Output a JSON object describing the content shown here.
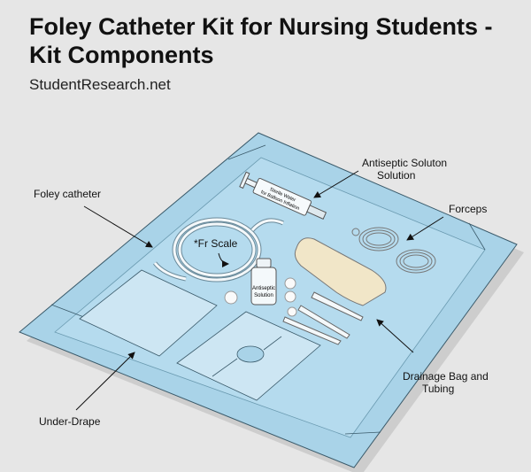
{
  "header": {
    "title": "Foley Catheter Kit for Nursing Students - Kit Components",
    "site": "StudentResearch.net"
  },
  "labels": {
    "foley_catheter": "Foley catheter",
    "fr_scale": "*Fr Scale",
    "antiseptic_line1": "Antiseptic Soluton",
    "antiseptic_line2": "Solution",
    "forceps": "Forceps",
    "drainage_line1": "Drainage Bag and",
    "drainage_line2": "Tubing",
    "under_drape": "Under-Drape"
  },
  "item_text": {
    "syringe_line1": "Sterile Water",
    "syringe_line2": "for Balloon Inflation",
    "bottle_line1": "Antiseptic",
    "bottle_line2": "Solution"
  },
  "colors": {
    "background": "#e6e6e6",
    "drape": "#a9d3e8",
    "drape_border": "#8cc2dd",
    "pad": "#cde6f3"
  }
}
